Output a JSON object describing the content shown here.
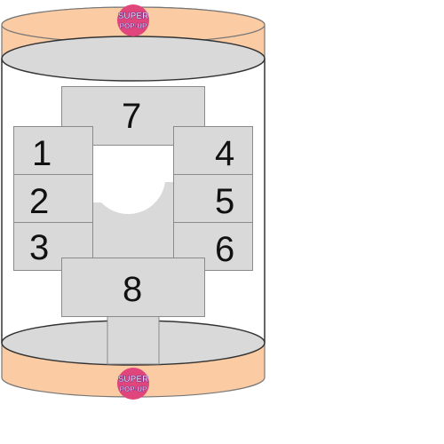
{
  "logo": {
    "line1": "SUPER",
    "line2": "POP-UP",
    "colors": {
      "badge": "#e0457b",
      "text": "#ffffff",
      "outline": "#6a2a8c"
    }
  },
  "colors": {
    "band": "#fbcba3",
    "band_outline": "#777777",
    "ellipse": "#d9d9d9",
    "panel": "#d9d9d9",
    "panel_outline": "#8a8a8a",
    "frame": "#333333"
  },
  "panels": [
    {
      "id": "7",
      "label": "7"
    },
    {
      "id": "1",
      "label": "1"
    },
    {
      "id": "2",
      "label": "2"
    },
    {
      "id": "3",
      "label": "3"
    },
    {
      "id": "4",
      "label": "4"
    },
    {
      "id": "5",
      "label": "5"
    },
    {
      "id": "6",
      "label": "6"
    },
    {
      "id": "8",
      "label": "8"
    }
  ]
}
